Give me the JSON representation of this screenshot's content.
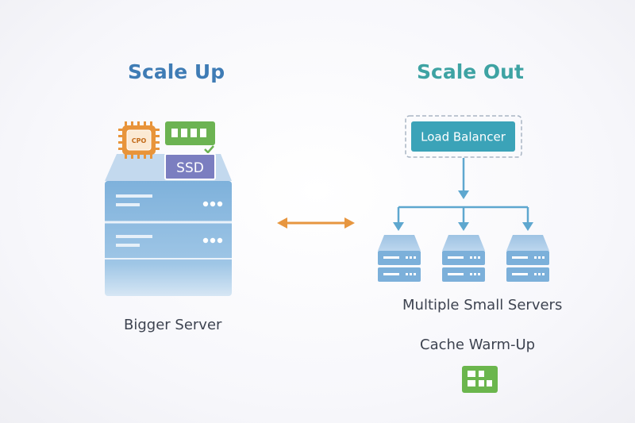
{
  "scale_up": {
    "title": "Scale Up",
    "caption": "Bigger Server",
    "cpu_label": "CPO",
    "ssd_label": "SSD"
  },
  "scale_out": {
    "title": "Scale Out",
    "load_balancer_label": "Load Balancer",
    "servers_caption": "Multiple Small Servers",
    "cache_caption": "Cache Warm-Up"
  },
  "colors": {
    "scale_up_title": "#3f7cb5",
    "scale_out_title": "#3ea3a3",
    "server_blue": "#74a8d4",
    "cpu_orange": "#e8943a",
    "ram_green": "#6cb352",
    "ssd_purple": "#7b7ec0",
    "load_balancer_teal": "#3ba3b8",
    "arrow_orange": "#e7963f",
    "connector_blue": "#5ea7cf",
    "cache_green": "#6bb64d"
  },
  "icons": [
    "cpu-icon",
    "ram-icon",
    "ssd-icon",
    "server-icon",
    "double-arrow-icon",
    "cache-icon"
  ]
}
